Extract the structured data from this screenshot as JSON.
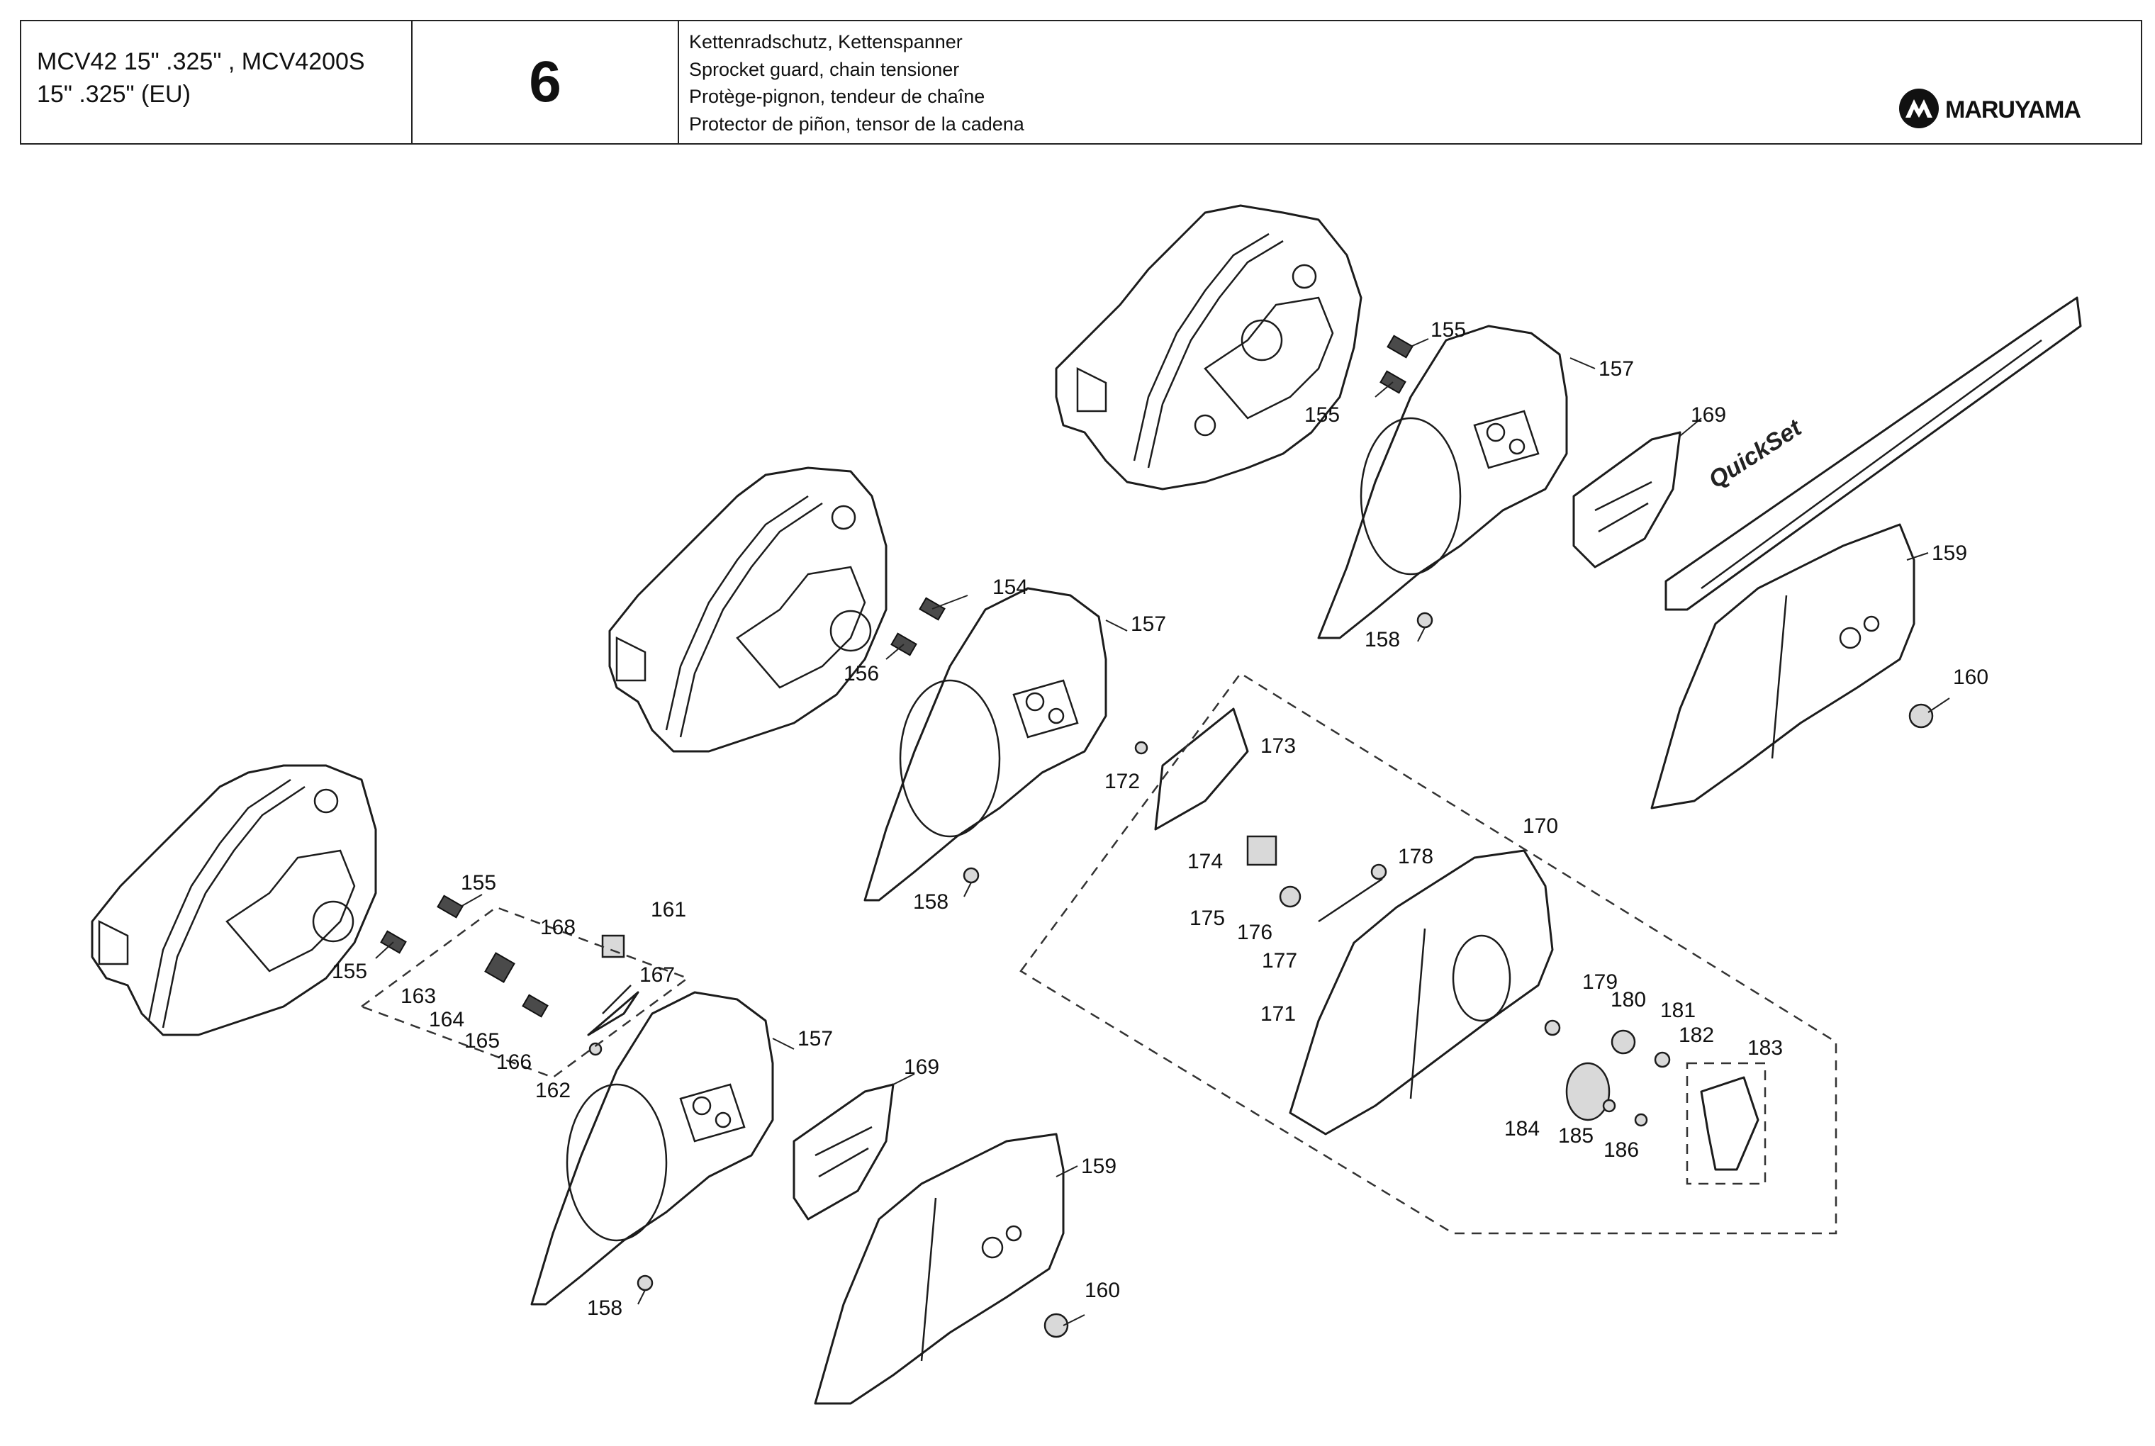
{
  "header": {
    "model_line1": "MCV42 15\" .325\" , MCV4200S",
    "model_line2": "15\" .325\" (EU)",
    "page_number": "6",
    "desc_de": "Kettenradschutz, Kettenspanner",
    "desc_en": "Sprocket guard, chain tensioner",
    "desc_fr": "Protège-pignon, tendeur de chaîne",
    "desc_es": "Protector de piñon, tensor de la cadena",
    "brand": "MARUYAMA"
  },
  "diagram": {
    "bar_text": "QuickSet",
    "labels": {
      "p154": "154",
      "p155_a": "155",
      "p155_b": "155",
      "p155_c": "155",
      "p155_d": "155",
      "p156": "156",
      "p157_a": "157",
      "p157_b": "157",
      "p157_c": "157",
      "p158_a": "158",
      "p158_b": "158",
      "p158_c": "158",
      "p159_a": "159",
      "p159_b": "159",
      "p160_a": "160",
      "p160_b": "160",
      "p161": "161",
      "p162": "162",
      "p163": "163",
      "p164": "164",
      "p165": "165",
      "p166": "166",
      "p167": "167",
      "p168": "168",
      "p169_a": "169",
      "p169_b": "169",
      "p170": "170",
      "p171": "171",
      "p172": "172",
      "p173": "173",
      "p174": "174",
      "p175": "175",
      "p176": "176",
      "p177": "177",
      "p178": "178",
      "p179": "179",
      "p180": "180",
      "p181": "181",
      "p182": "182",
      "p183": "183",
      "p184": "184",
      "p185": "185",
      "p186": "186"
    }
  }
}
